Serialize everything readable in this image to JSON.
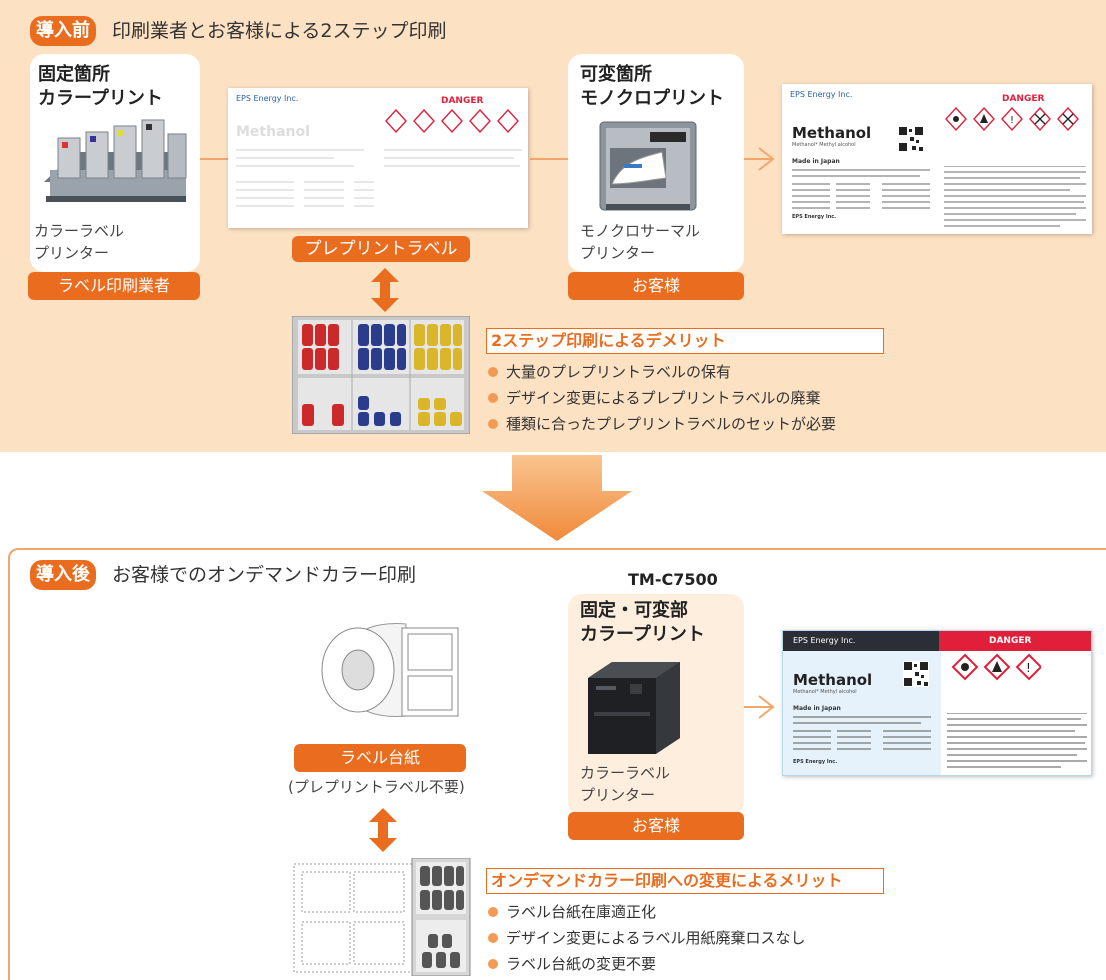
{
  "before": {
    "tag": "導入前",
    "title": "印刷業者とお客様による2ステップ印刷",
    "fixed_card": {
      "title_line1": "固定箇所",
      "title_line2": "カラープリント",
      "printer_line1": "カラーラベル",
      "printer_line2": "プリンター",
      "role": "ラベル印刷業者"
    },
    "preprint": {
      "company": "EPS Energy Inc.",
      "danger": "DANGER",
      "product": "Methanol",
      "label": "プレプリントラベル"
    },
    "variable_card": {
      "title_line1": "可変箇所",
      "title_line2": "モノクロプリント",
      "printer_line1": "モノクロサーマル",
      "printer_line2": "プリンター",
      "role": "お客様"
    },
    "result_label": {
      "company": "EPS Energy Inc.",
      "danger": "DANGER",
      "product": "Methanol",
      "product_sub": "Methanol* Methyl alcohol",
      "origin": "Made in Japan",
      "footer": "EPS Energy Inc."
    },
    "demerit": {
      "title": "2ステップ印刷によるデメリット",
      "items": [
        "大量のプレプリントラベルの保有",
        "デザイン変更によるプレプリントラベルの廃棄",
        "種類に合ったプレプリントラベルのセットが必要"
      ]
    }
  },
  "after": {
    "tag": "導入後",
    "title": "お客様でのオンデマンドカラー印刷",
    "model": "TM-C7500",
    "base_paper": {
      "label": "ラベル台紙",
      "note": "(プレプリントラベル不要)"
    },
    "color_card": {
      "title_line1": "固定・可変部",
      "title_line2": "カラープリント",
      "printer_line1": "カラーラベル",
      "printer_line2": "プリンター",
      "role": "お客様"
    },
    "result_label": {
      "company": "EPS Energy Inc.",
      "danger": "DANGER",
      "product": "Methanol",
      "product_sub": "Methanol* Methyl alcohol",
      "origin": "Made in Japan",
      "footer": "EPS Energy Inc."
    },
    "merit": {
      "title": "オンデマンドカラー印刷への変更によるメリット",
      "items": [
        "ラベル台紙在庫適正化",
        "デザイン変更によるラベル用紙廃棄ロスなし",
        "ラベル台紙の変更不要"
      ]
    }
  },
  "colors": {
    "accent": "#ea6d1f",
    "panel": "#fde1c3",
    "line": "#f3a66a",
    "danger": "#e0203a"
  }
}
